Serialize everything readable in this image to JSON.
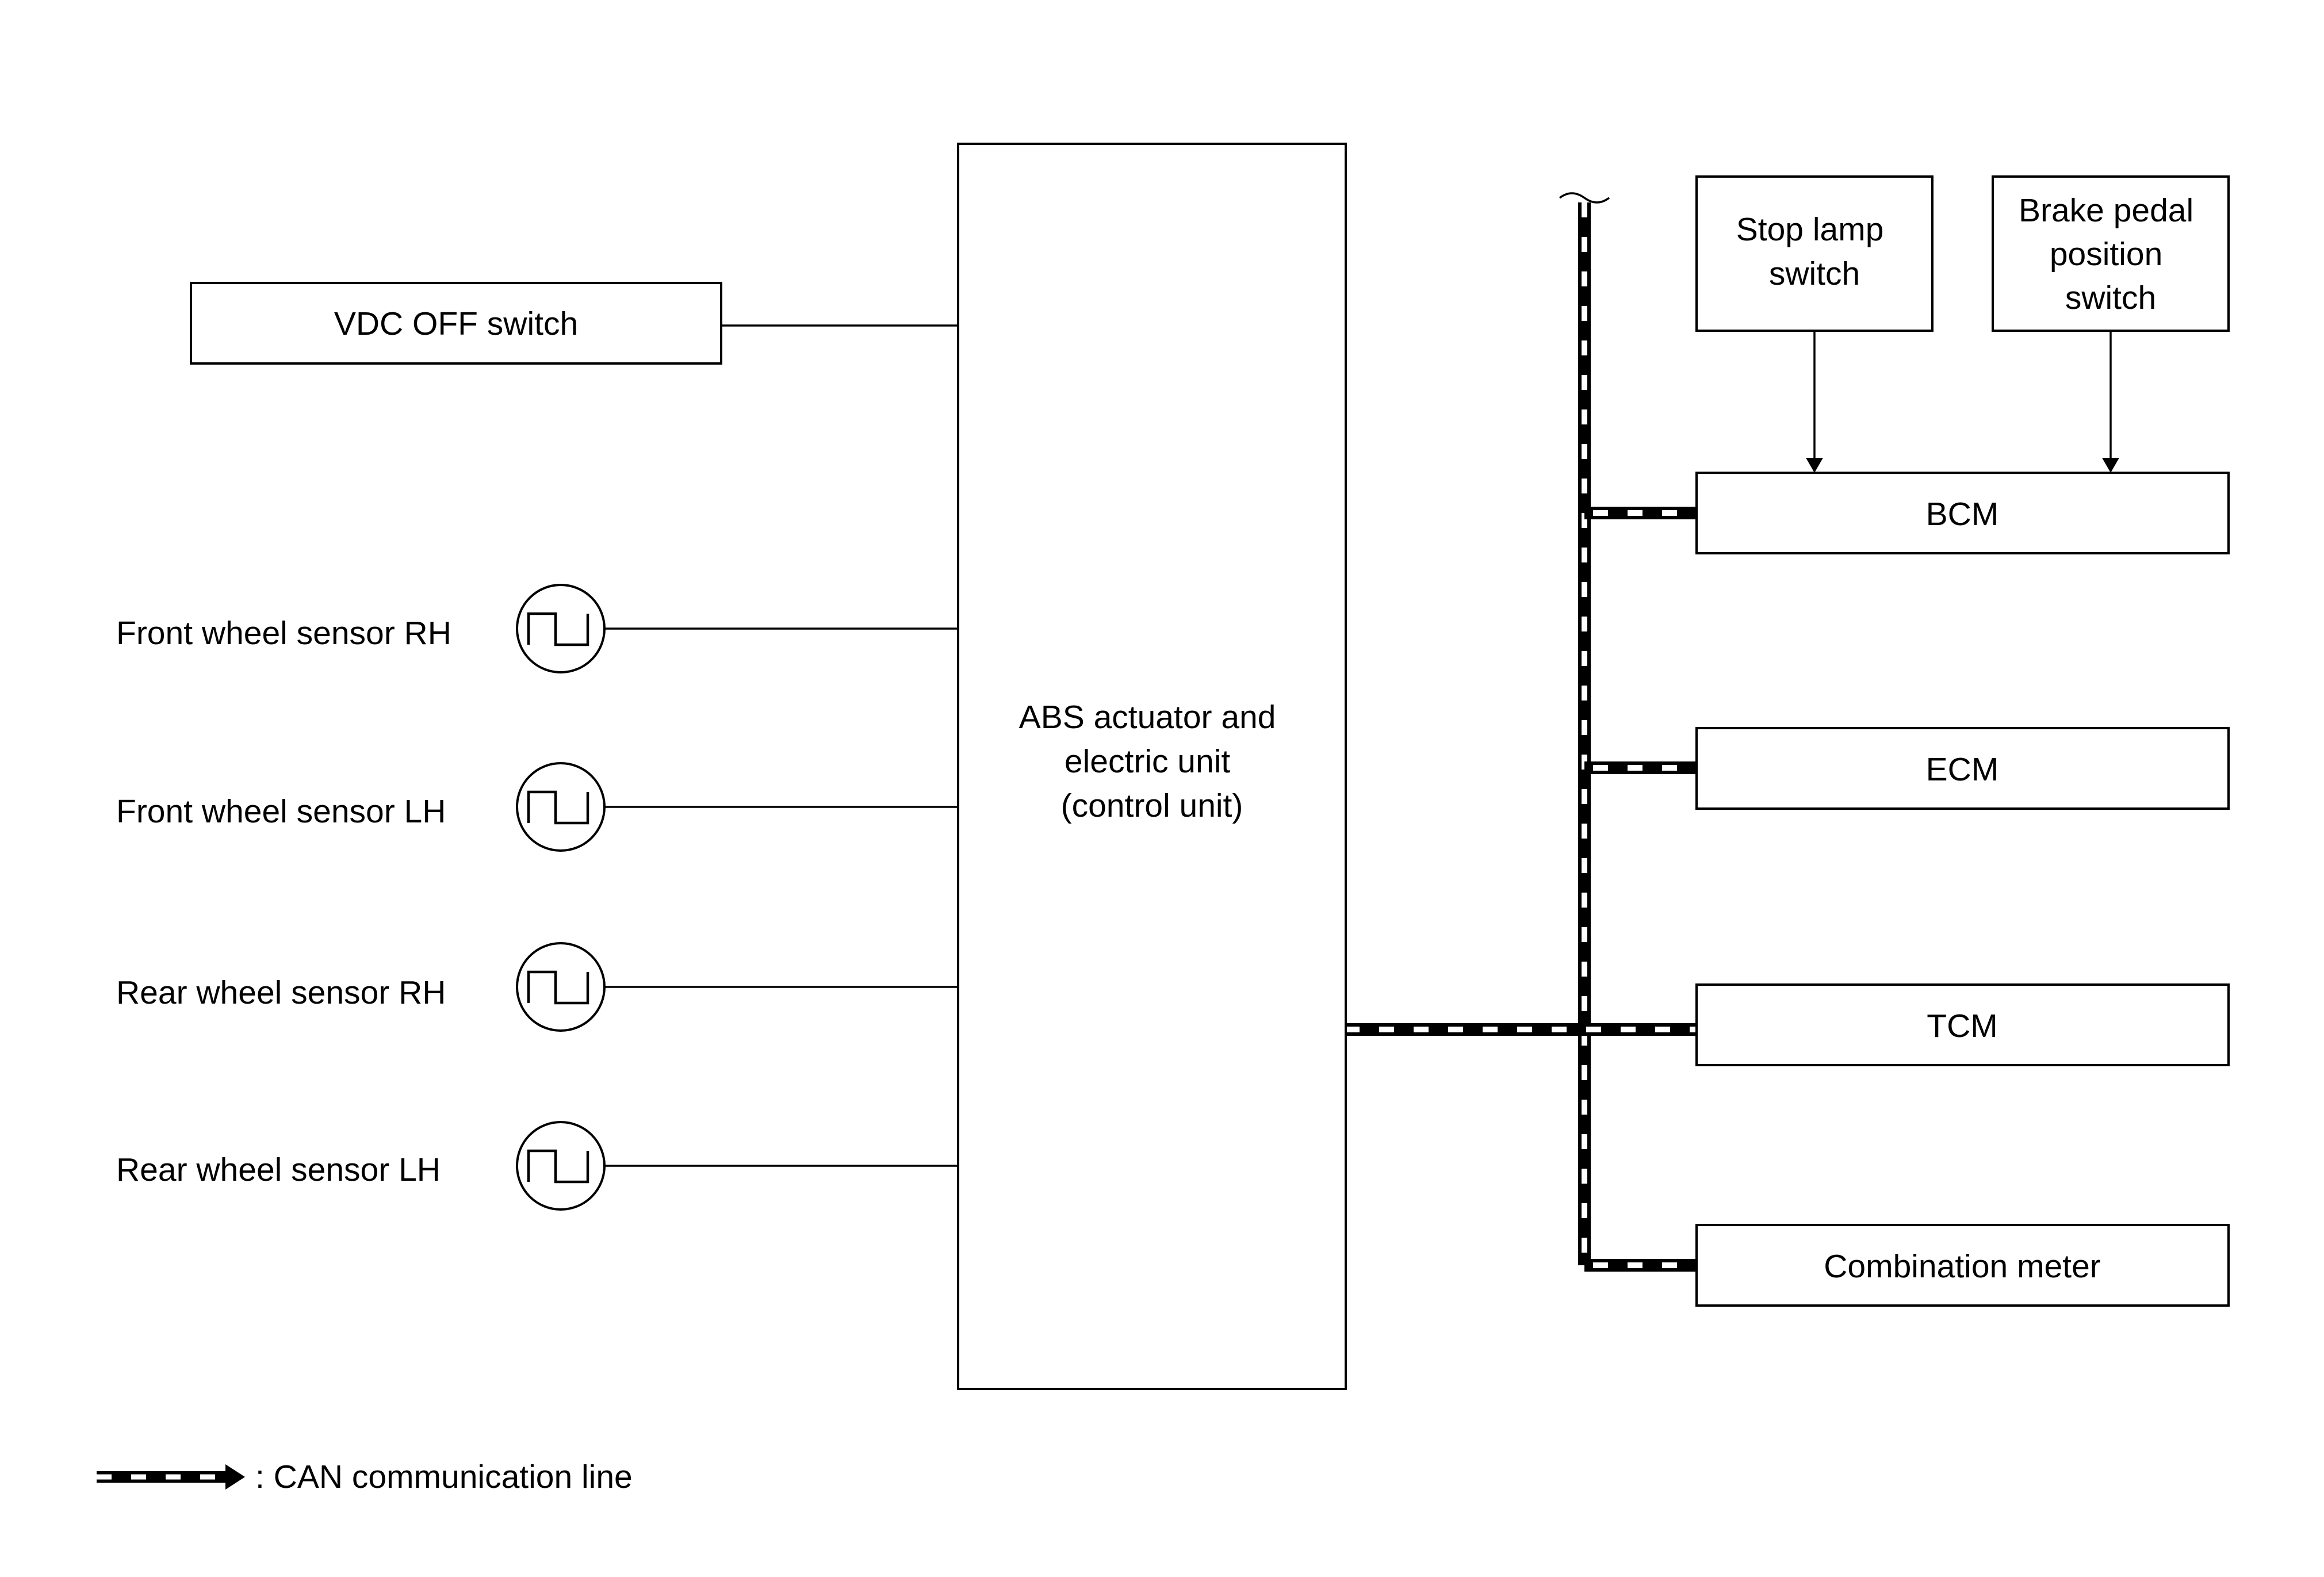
{
  "control_unit": {
    "label_lines": [
      "ABS actuator and",
      "electric unit",
      "(control unit)"
    ]
  },
  "vdc_off_switch": {
    "label": "VDC OFF switch"
  },
  "wheel_sensors": [
    {
      "label": "Front wheel sensor RH"
    },
    {
      "label": "Front wheel sensor LH"
    },
    {
      "label": "Rear wheel sensor RH"
    },
    {
      "label": "Rear wheel sensor LH"
    }
  ],
  "switches": [
    {
      "label_lines": [
        "Stop lamp",
        "switch"
      ]
    },
    {
      "label_lines": [
        "Brake pedal",
        "position",
        "switch"
      ]
    }
  ],
  "can_nodes": [
    {
      "label": "BCM"
    },
    {
      "label": "ECM"
    },
    {
      "label": "TCM"
    },
    {
      "label": "Combination meter"
    }
  ],
  "legend": {
    "label": ": CAN communication line"
  }
}
